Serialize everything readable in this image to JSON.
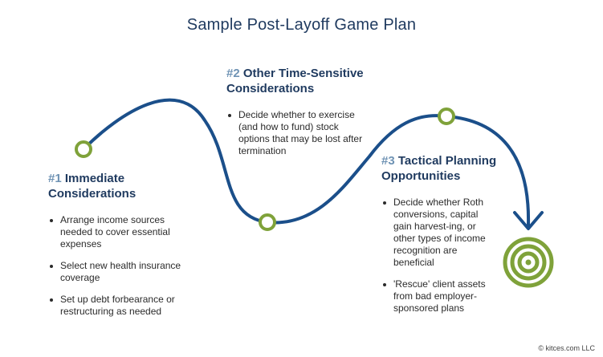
{
  "title": "Sample Post-Layoff Game Plan",
  "steps": [
    {
      "number": "#1",
      "heading_rest": " Immediate",
      "heading_line2": "Considerations",
      "bullets": [
        "Arrange income sources needed to cover essential expenses",
        "Select new health insurance coverage",
        "Set up debt forbearance or restructuring as needed"
      ]
    },
    {
      "number": "#2",
      "heading_rest": " Other Time-Sensitive",
      "heading_line2": "Considerations",
      "bullets": [
        "Decide whether to exercise (and how to fund) stock options that may be lost after termination"
      ]
    },
    {
      "number": "#3",
      "heading_rest": " Tactical Planning",
      "heading_line2": "Opportunities",
      "bullets": [
        "Decide whether Roth conversions, capital gain harvest-ing, or other types of income recognition are beneficial",
        "'Rescue' client assets from bad employer-sponsored plans"
      ]
    }
  ],
  "copyright": "© kitces.com LLC",
  "colors": {
    "path": "#1b4f8a",
    "milestone": "#7fa23a",
    "target": "#7fa23a",
    "heading": "#1f3a5f",
    "number": "#6f93b4"
  }
}
